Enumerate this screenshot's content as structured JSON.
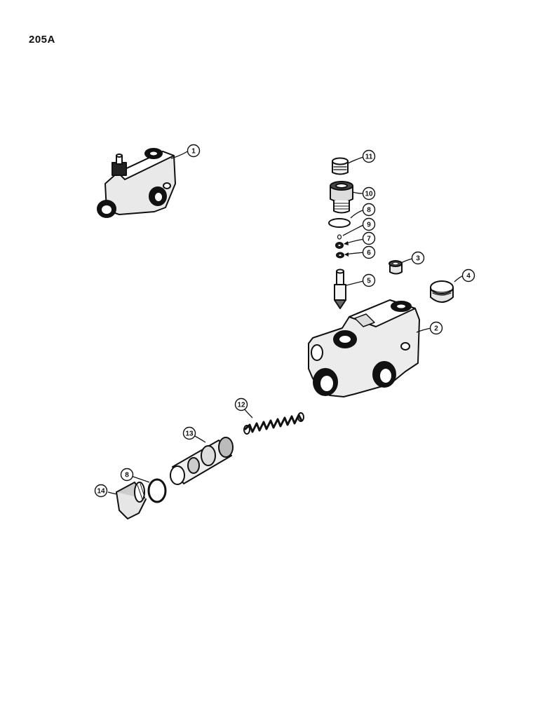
{
  "page_number": "205A",
  "callouts": [
    {
      "id": "1",
      "label": "1"
    },
    {
      "id": "2",
      "label": "2"
    },
    {
      "id": "3",
      "label": "3"
    },
    {
      "id": "4",
      "label": "4"
    },
    {
      "id": "5",
      "label": "5"
    },
    {
      "id": "6",
      "label": "6"
    },
    {
      "id": "7",
      "label": "7"
    },
    {
      "id": "8a",
      "label": "8"
    },
    {
      "id": "9",
      "label": "9"
    },
    {
      "id": "10",
      "label": "10"
    },
    {
      "id": "11",
      "label": "11"
    },
    {
      "id": "12",
      "label": "12"
    },
    {
      "id": "13",
      "label": "13"
    },
    {
      "id": "8b",
      "label": "8"
    },
    {
      "id": "14",
      "label": "14"
    }
  ]
}
